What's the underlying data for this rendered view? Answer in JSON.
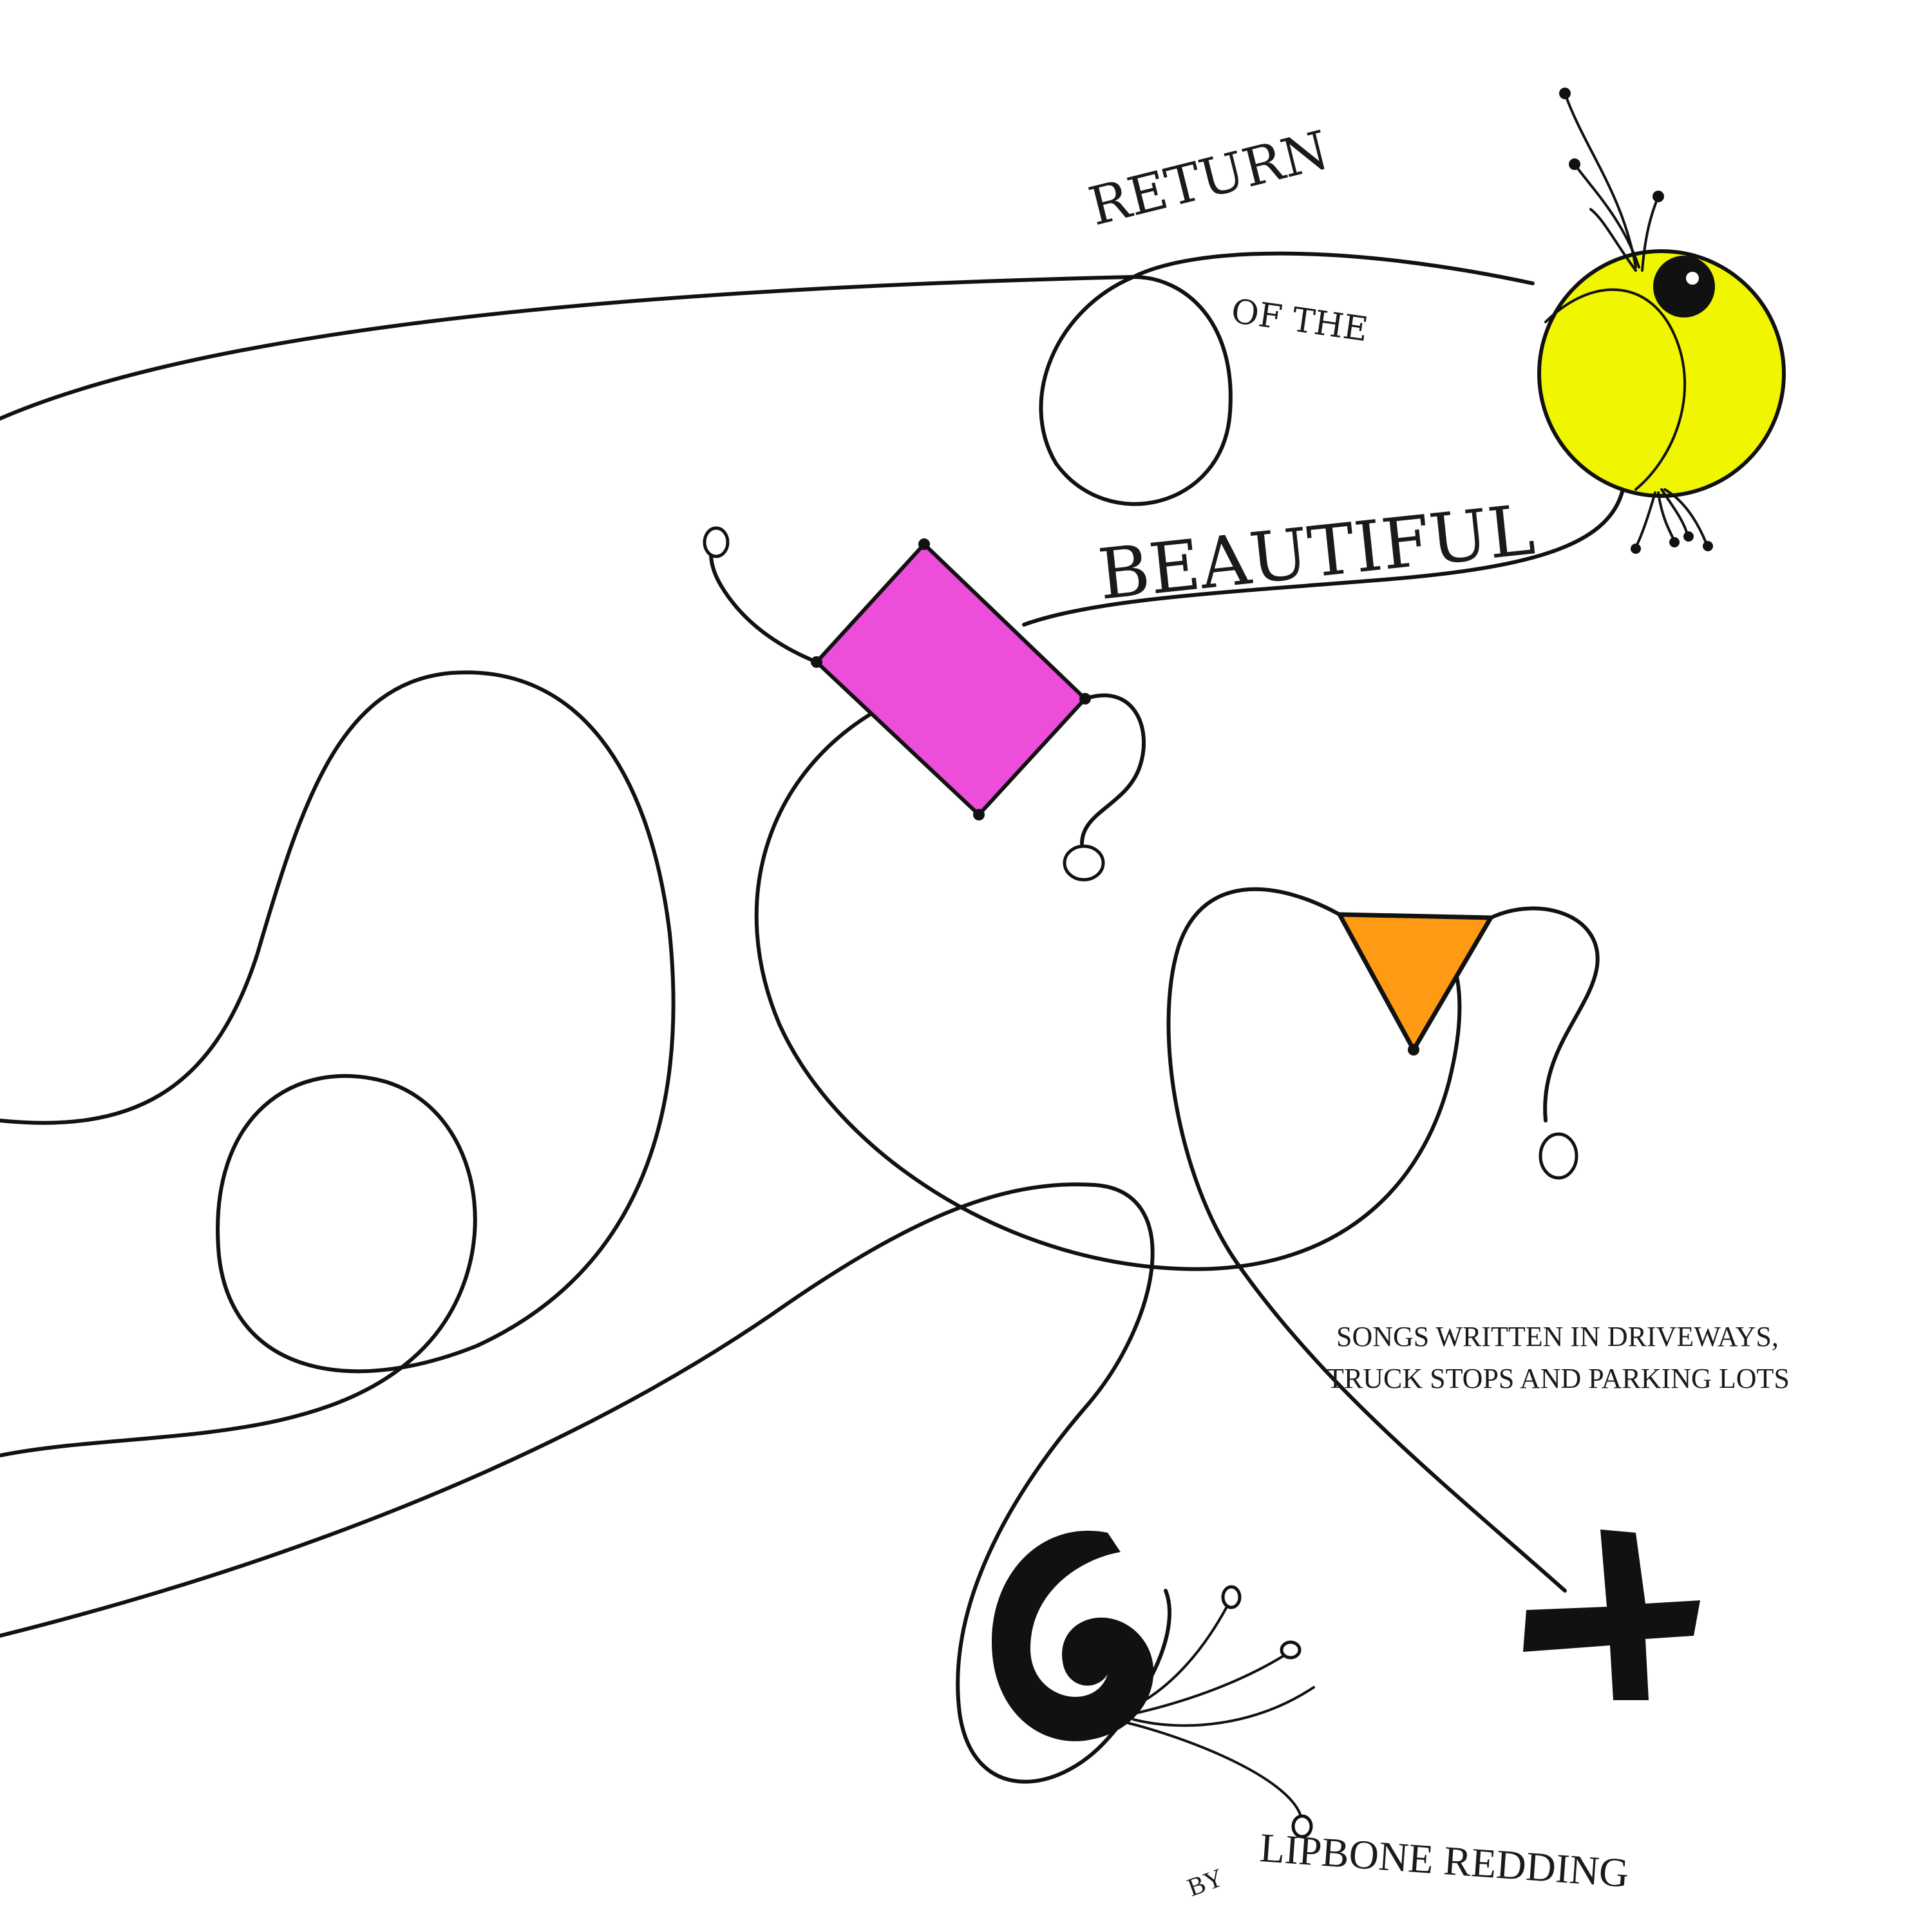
{
  "cover": {
    "title_line1": "RETURN",
    "title_line2": "OF THE",
    "title_line3": "BEAUTIFUL",
    "subtitle_line1": "SONGS WRITTEN IN DRIVEWAYS,",
    "subtitle_line2": "TRUCK STOPS AND PARKING LOTS",
    "by": "BY",
    "artist": "LIPBONE REDDING"
  },
  "colors": {
    "background": "#ffffff",
    "ink": "#111111",
    "sun_yellow": "#f0f500",
    "rectangle_magenta": "#ec4dd9",
    "triangle_orange": "#ff9a14"
  }
}
